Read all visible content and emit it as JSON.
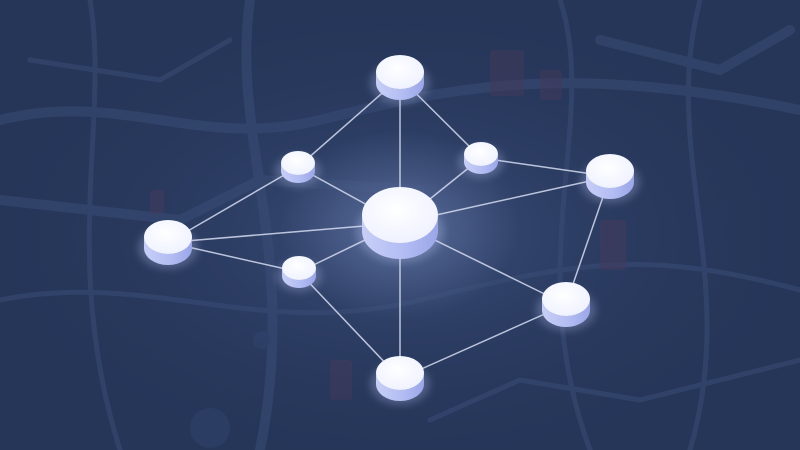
{
  "diagram": {
    "type": "network-graph",
    "style": "isometric-discs",
    "colors": {
      "background": "#263659",
      "background_glow": "#4a5f8c",
      "map_lines": "#3a4d76",
      "map_blocks": "#5a3a5a",
      "edge": "#d6dcf2",
      "node_top": "#ffffff",
      "node_side": "#b9c3f4",
      "node_side_shade": "#9aa6e8"
    },
    "nodes": [
      {
        "id": "hub",
        "role": "central-hub",
        "size": "large"
      },
      {
        "id": "top",
        "role": "peer",
        "size": "medium"
      },
      {
        "id": "left",
        "role": "peer",
        "size": "medium"
      },
      {
        "id": "right",
        "role": "peer",
        "size": "medium"
      },
      {
        "id": "bottom",
        "role": "peer",
        "size": "medium"
      },
      {
        "id": "lower-right",
        "role": "peer",
        "size": "medium"
      },
      {
        "id": "upper-left-small",
        "role": "relay",
        "size": "small"
      },
      {
        "id": "upper-right-small",
        "role": "relay",
        "size": "small"
      },
      {
        "id": "lower-left-small",
        "role": "relay",
        "size": "small"
      }
    ],
    "edges": [
      [
        "hub",
        "top"
      ],
      [
        "hub",
        "upper-left-small"
      ],
      [
        "hub",
        "upper-right-small"
      ],
      [
        "hub",
        "left"
      ],
      [
        "hub",
        "lower-left-small"
      ],
      [
        "hub",
        "bottom"
      ],
      [
        "hub",
        "lower-right"
      ],
      [
        "hub",
        "right"
      ],
      [
        "top",
        "upper-left-small"
      ],
      [
        "top",
        "upper-right-small"
      ],
      [
        "upper-left-small",
        "left"
      ],
      [
        "left",
        "lower-left-small"
      ],
      [
        "lower-left-small",
        "bottom"
      ],
      [
        "upper-right-small",
        "right"
      ],
      [
        "right",
        "lower-right"
      ],
      [
        "lower-right",
        "bottom"
      ]
    ]
  }
}
